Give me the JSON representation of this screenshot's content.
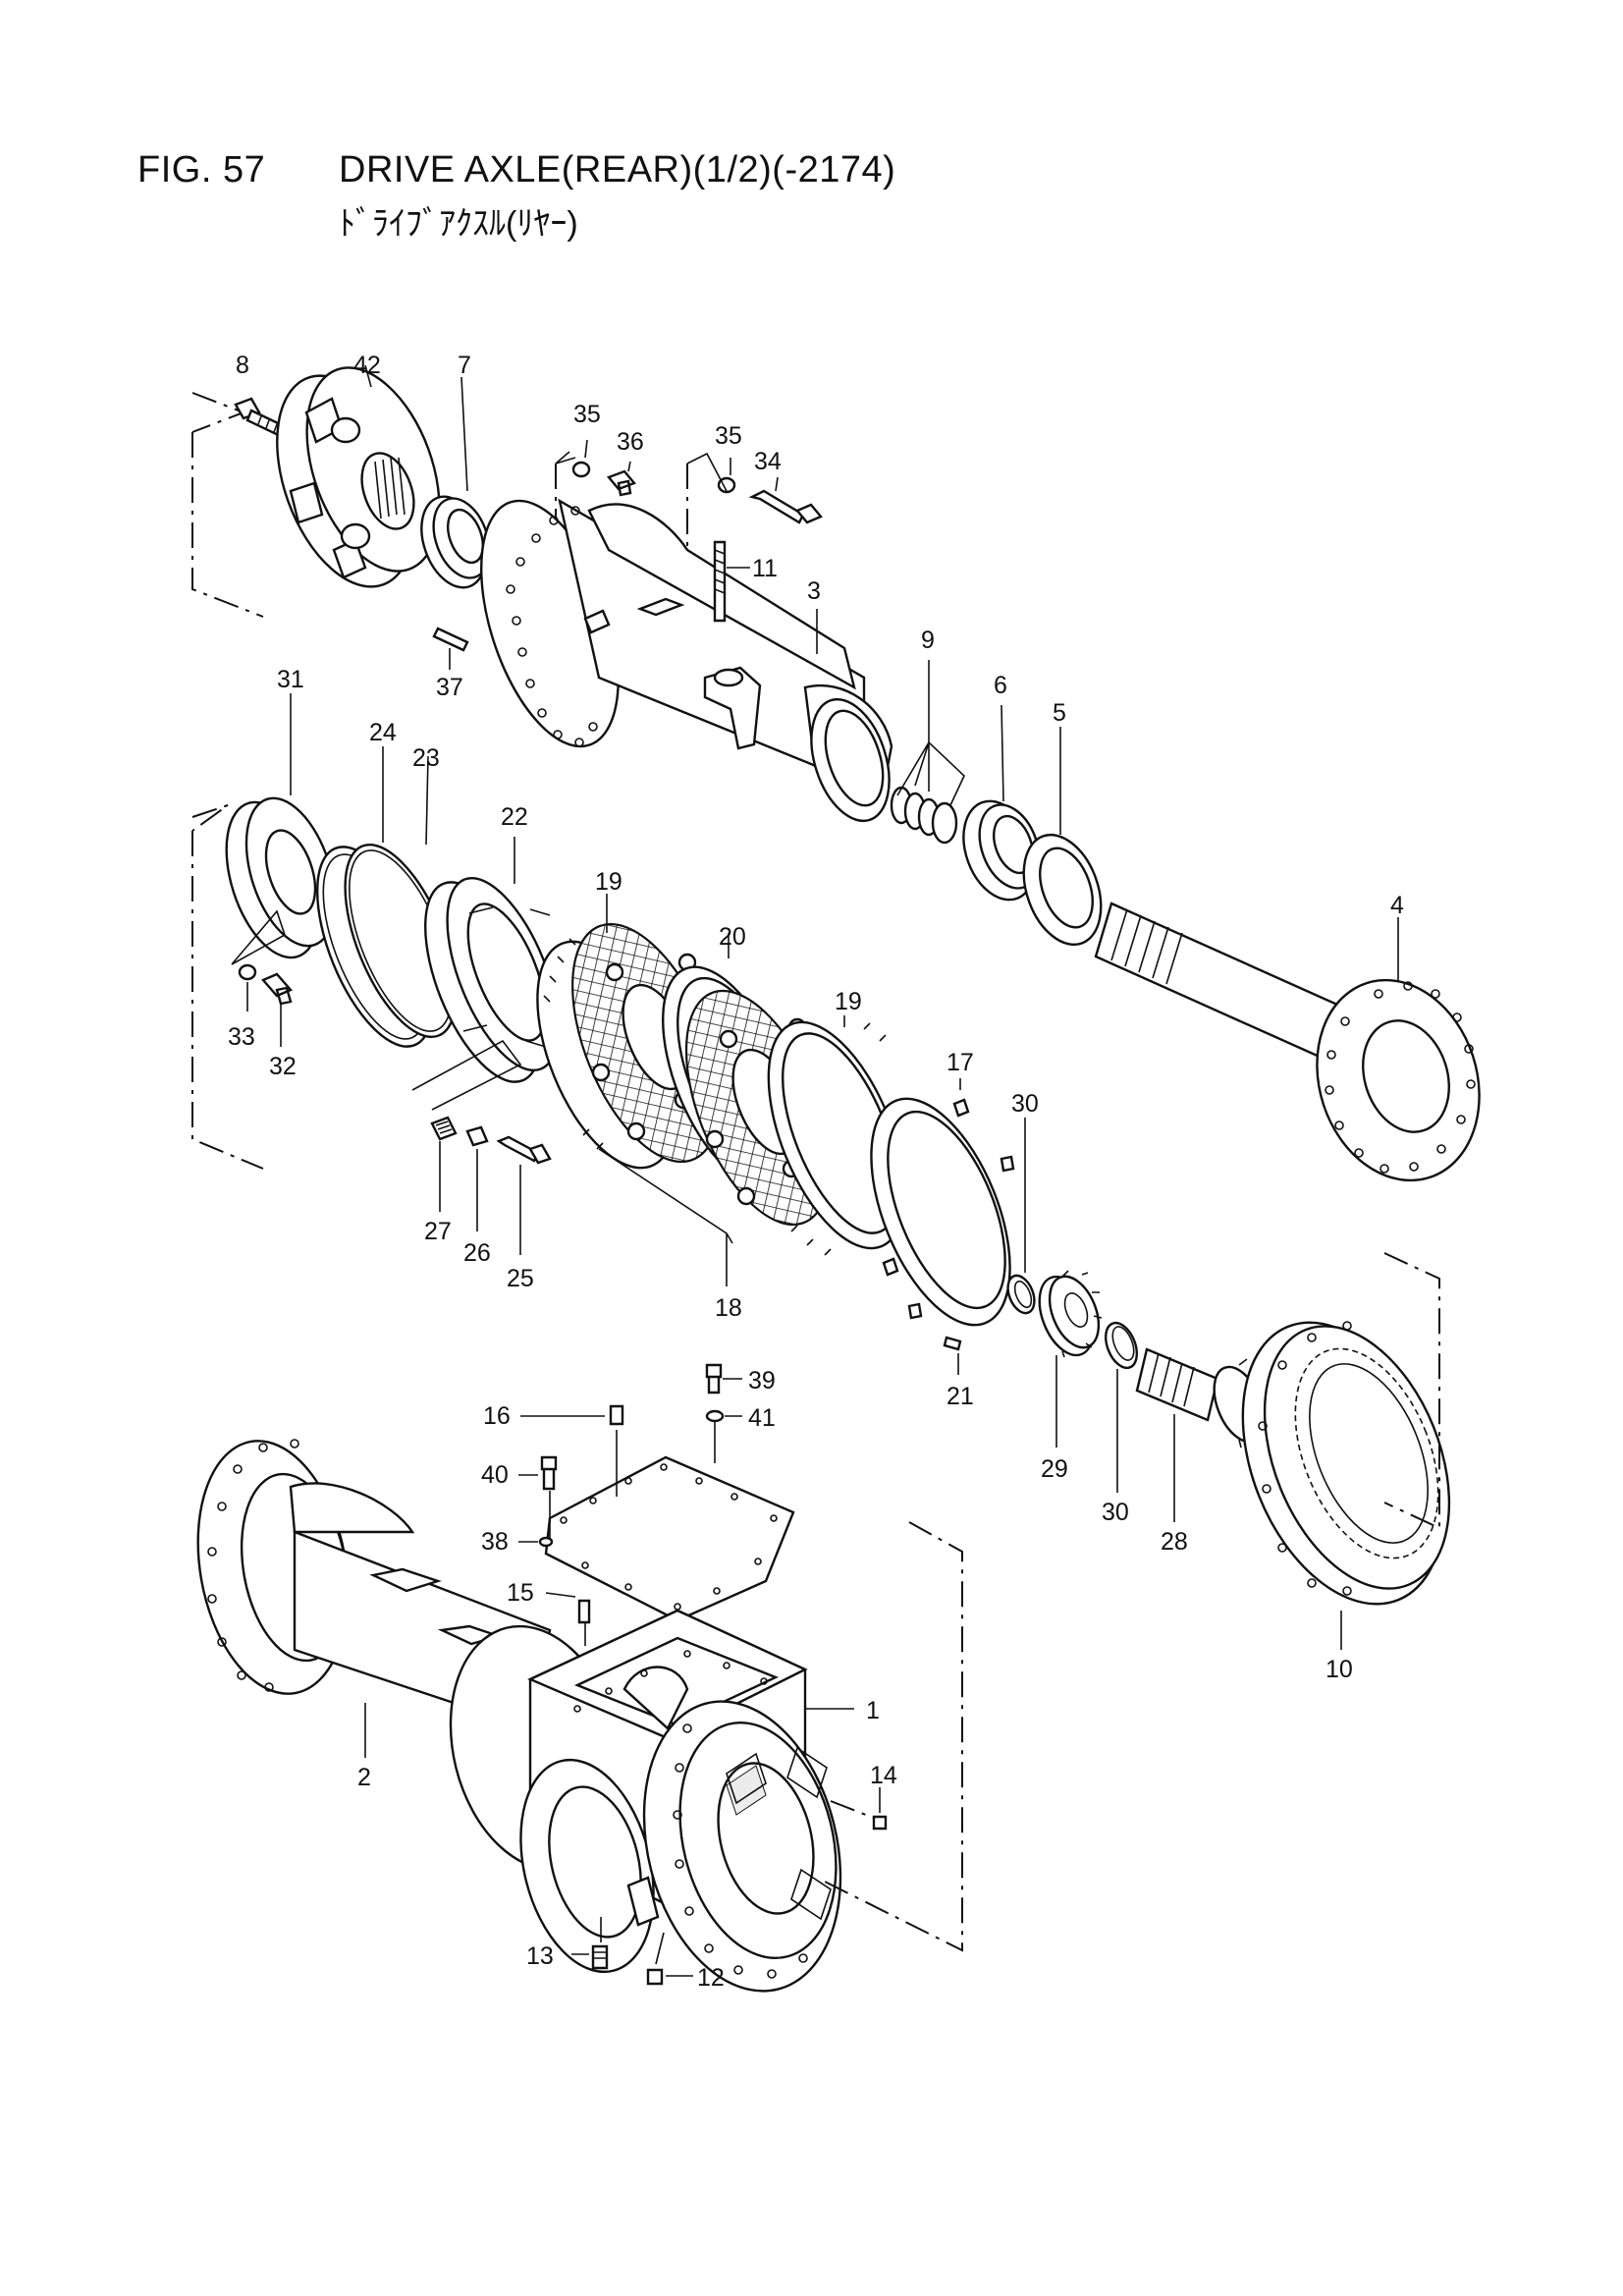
{
  "figure": {
    "number": "FIG. 57",
    "title": "DRIVE AXLE(REAR)(1/2)(-2174)",
    "subtitle": "ﾄﾞﾗｲﾌﾞｱｸｽﾙ(ﾘﾔｰ)"
  },
  "callouts": [
    {
      "id": "c8",
      "text": "8"
    },
    {
      "id": "c42",
      "text": "42"
    },
    {
      "id": "c7",
      "text": "7"
    },
    {
      "id": "c35a",
      "text": "35"
    },
    {
      "id": "c36",
      "text": "36"
    },
    {
      "id": "c35b",
      "text": "35"
    },
    {
      "id": "c34",
      "text": "34"
    },
    {
      "id": "c11",
      "text": "11"
    },
    {
      "id": "c3",
      "text": "3"
    },
    {
      "id": "c37",
      "text": "37"
    },
    {
      "id": "c9",
      "text": "9"
    },
    {
      "id": "c6",
      "text": "6"
    },
    {
      "id": "c5",
      "text": "5"
    },
    {
      "id": "c31",
      "text": "31"
    },
    {
      "id": "c24",
      "text": "24"
    },
    {
      "id": "c23",
      "text": "23"
    },
    {
      "id": "c22",
      "text": "22"
    },
    {
      "id": "c19a",
      "text": "19"
    },
    {
      "id": "c20",
      "text": "20"
    },
    {
      "id": "c19b",
      "text": "19"
    },
    {
      "id": "c4",
      "text": "4"
    },
    {
      "id": "c33",
      "text": "33"
    },
    {
      "id": "c32",
      "text": "32"
    },
    {
      "id": "c17",
      "text": "17"
    },
    {
      "id": "c30a",
      "text": "30"
    },
    {
      "id": "c27",
      "text": "27"
    },
    {
      "id": "c26",
      "text": "26"
    },
    {
      "id": "c25",
      "text": "25"
    },
    {
      "id": "c18",
      "text": "18"
    },
    {
      "id": "c21",
      "text": "21"
    },
    {
      "id": "c39",
      "text": "39"
    },
    {
      "id": "c16",
      "text": "16"
    },
    {
      "id": "c41",
      "text": "41"
    },
    {
      "id": "c40",
      "text": "40"
    },
    {
      "id": "c29",
      "text": "29"
    },
    {
      "id": "c38",
      "text": "38"
    },
    {
      "id": "c30b",
      "text": "30"
    },
    {
      "id": "c28",
      "text": "28"
    },
    {
      "id": "c15",
      "text": "15"
    },
    {
      "id": "c10",
      "text": "10"
    },
    {
      "id": "c1",
      "text": "1"
    },
    {
      "id": "c2",
      "text": "2"
    },
    {
      "id": "c14",
      "text": "14"
    },
    {
      "id": "c13",
      "text": "13"
    },
    {
      "id": "c12",
      "text": "12"
    }
  ]
}
